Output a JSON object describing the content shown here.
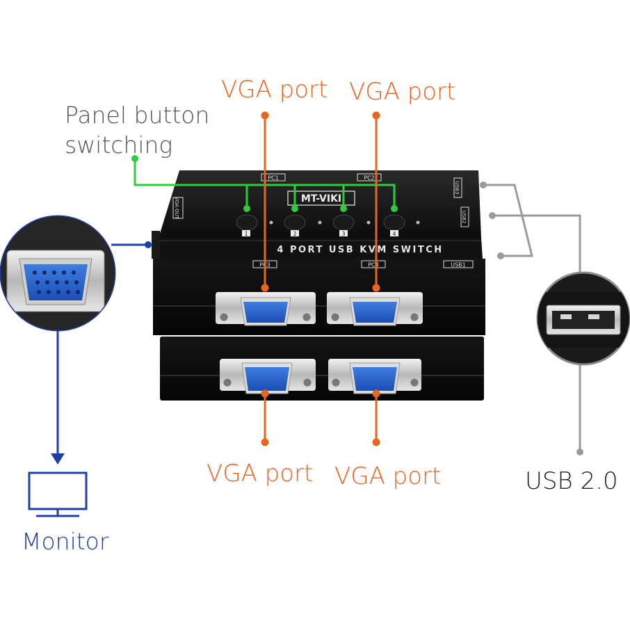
{
  "callouts": {
    "vga_top_left": "VGA port",
    "vga_top_right": "VGA port",
    "vga_bottom_left": "VGA port",
    "vga_bottom_right": "VGA port",
    "panel_line1": "Panel button",
    "panel_line2": "switching",
    "monitor": "Monitor",
    "usb": "USB 2.0"
  },
  "device": {
    "brand": "MT-VIKI",
    "title": "4 PORT USB KVM SWITCH",
    "button_numbers": [
      "1",
      "2",
      "3",
      "4"
    ],
    "port_tags": {
      "pc1": "PC1",
      "pc2": "PC2",
      "pc3": "PC3",
      "pc4": "PC4"
    },
    "usb_tags": {
      "usb1": "USB1",
      "usb2": "USB2",
      "usb3": "USB3"
    },
    "vga_out": "VGA OUT"
  },
  "colors": {
    "vga_line": "#e8641f",
    "button_line": "#2ecc40",
    "monitor_line": "#1e3fa6",
    "usb_line": "#9a9a9a"
  }
}
